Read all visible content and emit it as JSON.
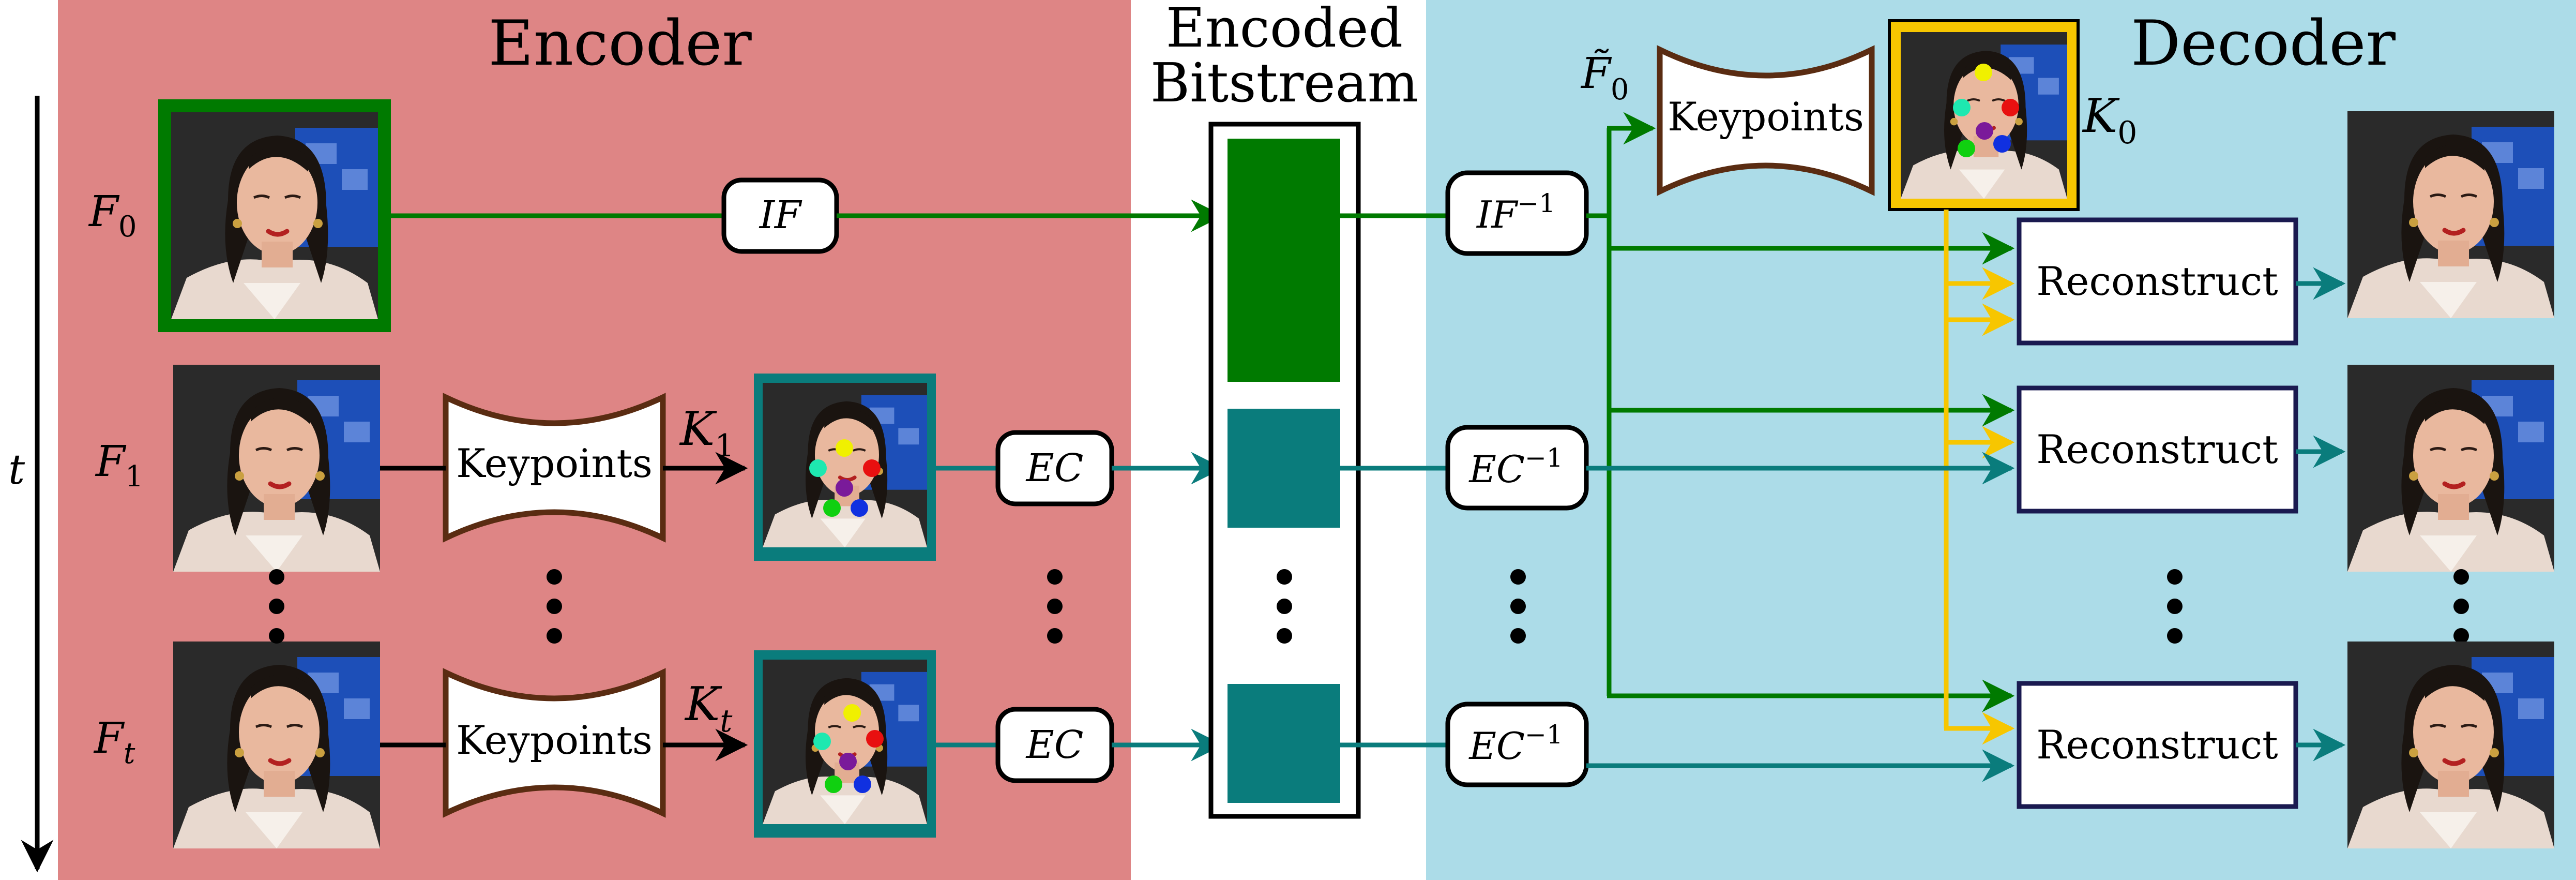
{
  "encoder": {
    "title": "Encoder"
  },
  "bitstream": {
    "title_line1": "Encoded",
    "title_line2": "Bitstream"
  },
  "decoder": {
    "title": "Decoder"
  },
  "time_axis": {
    "label": "t"
  },
  "frames": {
    "f0": "F",
    "f0_sub": "0",
    "f1": "F",
    "f1_sub": "1",
    "ft": "F",
    "ft_sub": "t",
    "f0_tilde": "F̃",
    "f0_tilde_sub": "0"
  },
  "keypoints": {
    "label": "Keypoints",
    "k1": "K",
    "k1_sub": "1",
    "kt": "K",
    "kt_sub": "t",
    "k0": "K",
    "k0_sub": "0"
  },
  "codec": {
    "if": "IF",
    "ec": "EC",
    "if_inv": "IF",
    "if_inv_sup": "−1",
    "ec_inv": "EC",
    "ec_inv_sup": "−1"
  },
  "reconstruct": {
    "label": "Reconstruct"
  },
  "colors": {
    "encoder_bg": "#de8585",
    "decoder_bg": "#acdce8",
    "green": "#007a00",
    "teal": "#0a7c7c",
    "yellow": "#f7c600",
    "brown": "#5a2c12",
    "navy": "#1a1a50"
  }
}
